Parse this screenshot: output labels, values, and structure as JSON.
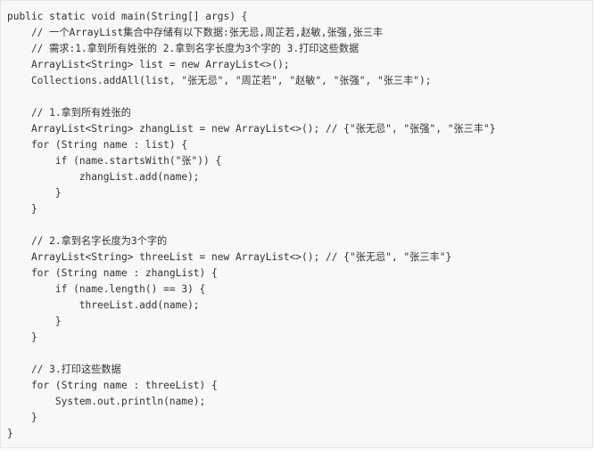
{
  "code": {
    "lines": [
      "public static void main(String[] args) {",
      "    // 一个ArrayList集合中存储有以下数据:张无忌,周芷若,赵敏,张强,张三丰",
      "    // 需求:1.拿到所有姓张的 2.拿到名字长度为3个字的 3.打印这些数据",
      "    ArrayList<String> list = new ArrayList<>();",
      "    Collections.addAll(list, \"张无忌\", \"周芷若\", \"赵敏\", \"张强\", \"张三丰\");",
      "",
      "    // 1.拿到所有姓张的",
      "    ArrayList<String> zhangList = new ArrayList<>(); // {\"张无忌\", \"张强\", \"张三丰\"}",
      "    for (String name : list) {",
      "        if (name.startsWith(\"张\")) {",
      "            zhangList.add(name);",
      "        }",
      "    }",
      "",
      "    // 2.拿到名字长度为3个字的",
      "    ArrayList<String> threeList = new ArrayList<>(); // {\"张无忌\", \"张三丰\"}",
      "    for (String name : zhangList) {",
      "        if (name.length() == 3) {",
      "            threeList.add(name);",
      "        }",
      "    }",
      "",
      "    // 3.打印这些数据",
      "    for (String name : threeList) {",
      "        System.out.println(name);",
      "    }",
      "}"
    ]
  }
}
